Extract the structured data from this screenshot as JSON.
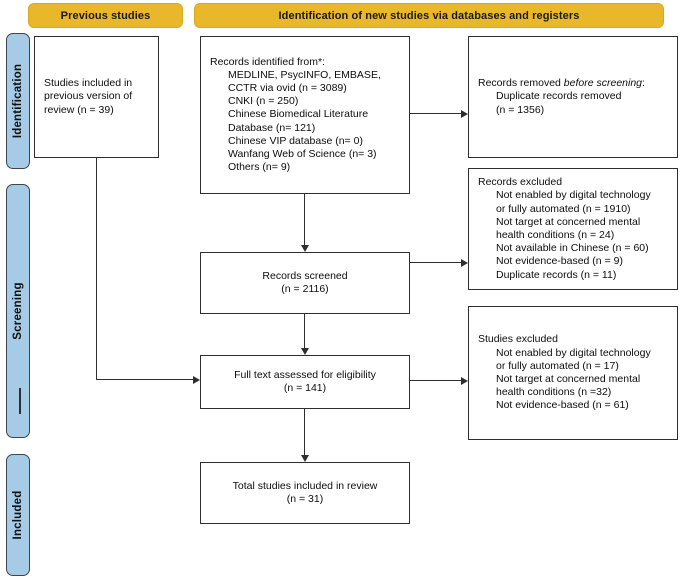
{
  "headers": {
    "previous": "Previous studies",
    "new_studies": "Identification of new studies via databases and registers"
  },
  "stages": {
    "identification": "Identification",
    "screening": "Screening",
    "included": "Included"
  },
  "boxes": {
    "previous_studies": {
      "line1": "Studies included in",
      "line2": "previous version of",
      "line3": "review (n = 39)"
    },
    "records_identified": {
      "heading": "Records identified from*:",
      "items": [
        "MEDLINE, PsycINFO, EMBASE,",
        "CCTR via ovid (n = 3089)",
        "CNKI (n = 250)",
        "Chinese Biomedical Literature",
        "Database (n= 121)",
        "Chinese VIP database (n= 0)",
        "Wanfang Web of Science (n= 3)",
        "Others (n= 9)"
      ]
    },
    "records_removed": {
      "heading_plain": "Records removed ",
      "heading_italic": "before screening",
      "heading_tail": ":",
      "items": [
        "Duplicate records removed",
        "(n = 1356)"
      ]
    },
    "records_excluded": {
      "heading": "Records excluded",
      "items": [
        "Not enabled by digital technology",
        "or fully automated (n = 1910)",
        "Not target at concerned mental",
        "health conditions (n = 24)",
        "Not available in Chinese (n = 60)",
        "Not evidence-based (n = 9)",
        "Duplicate records (n = 11)"
      ]
    },
    "records_screened": {
      "line1": "Records screened",
      "line2": "(n = 2116)"
    },
    "studies_excluded": {
      "heading": "Studies excluded",
      "items": [
        "Not enabled by digital technology",
        "or fully automated (n = 17)",
        "Not target at concerned mental",
        "health conditions (n =32)",
        "Not evidence-based (n = 61)"
      ]
    },
    "full_text": {
      "line1": "Full text assessed for eligibility",
      "line2": "(n = 141)"
    },
    "total_included": {
      "line1": "Total studies included in review",
      "line2": "(n = 31)"
    }
  },
  "colors": {
    "phase_bar": "#e8b72a",
    "stage_tab": "#a6cbe7",
    "box_border": "#2e2e2e"
  }
}
